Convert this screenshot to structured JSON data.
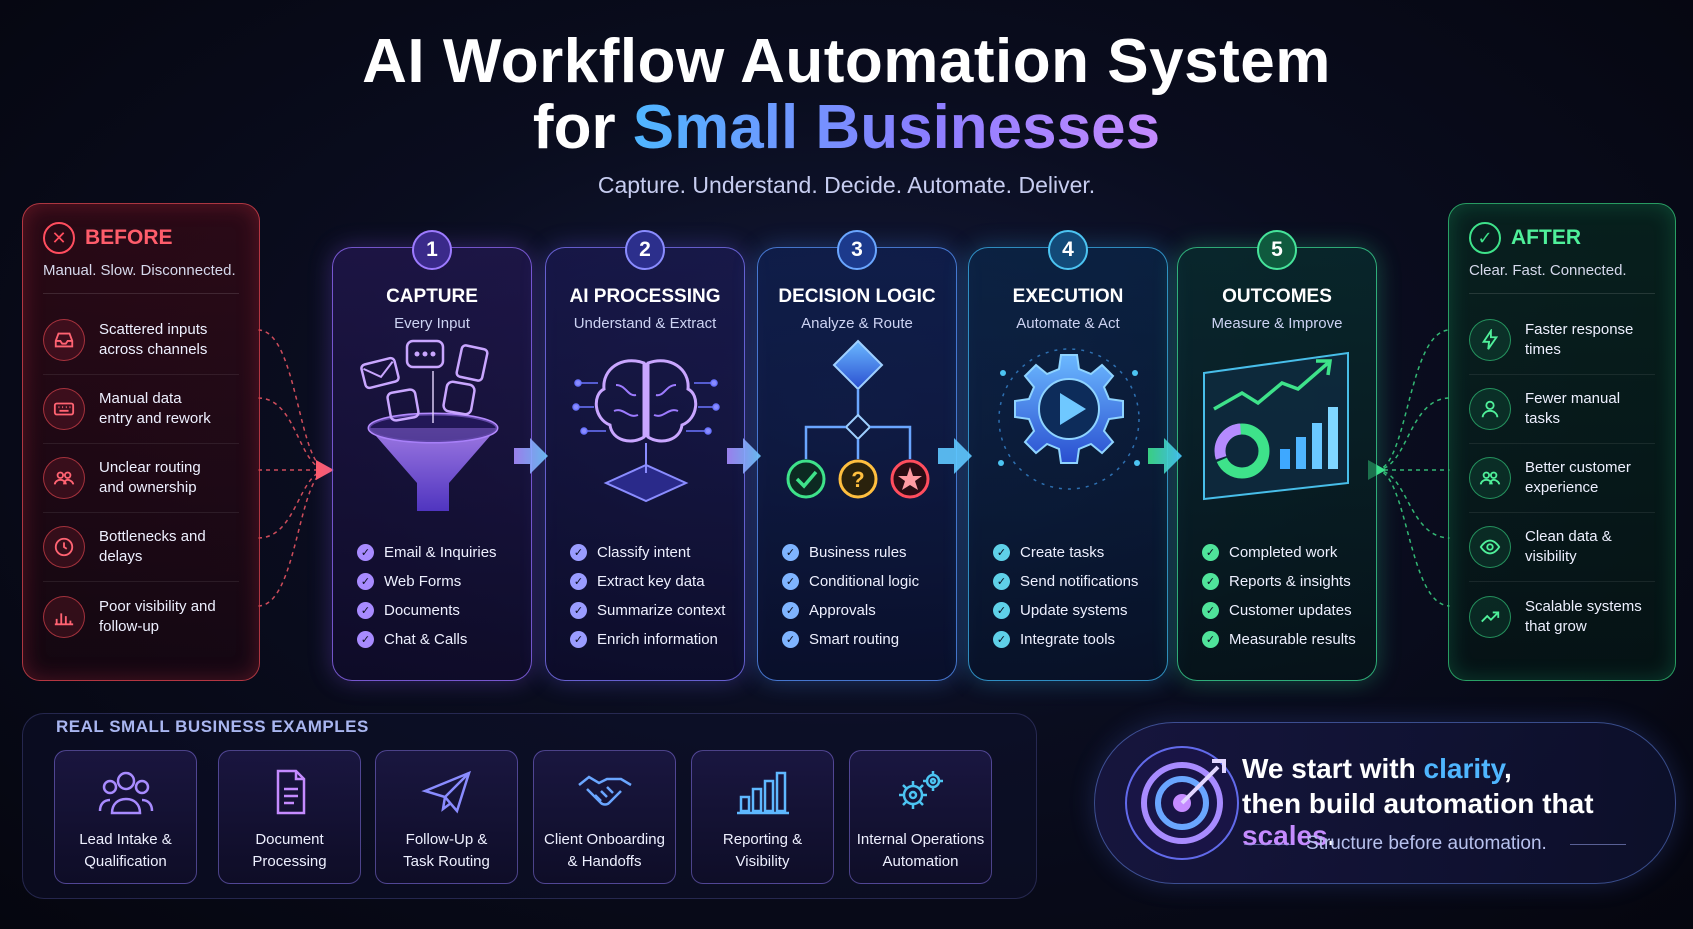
{
  "title": {
    "line1": "AI Workflow Automation System",
    "line2_prefix": "for ",
    "line2_highlight": "Small Businesses"
  },
  "subtitle": "Capture. Understand. Decide. Automate. Deliver.",
  "before": {
    "title": "BEFORE",
    "subtitle": "Manual. Slow. Disconnected.",
    "icon": "x-circle-icon",
    "items": [
      {
        "label": "Scattered inputs across channels",
        "icon": "inbox-icon"
      },
      {
        "label": "Manual data entry and rework",
        "icon": "keyboard-icon"
      },
      {
        "label": "Unclear routing and ownership",
        "icon": "people-icon"
      },
      {
        "label": "Bottlenecks and delays",
        "icon": "clock-icon"
      },
      {
        "label": "Poor visibility and follow-up",
        "icon": "bar-chart-icon"
      }
    ]
  },
  "after": {
    "title": "AFTER",
    "subtitle": "Clear. Fast. Connected.",
    "icon": "check-circle-icon",
    "items": [
      {
        "label": "Faster response times",
        "icon": "lightning-icon"
      },
      {
        "label": "Fewer manual tasks",
        "icon": "person-icon"
      },
      {
        "label": "Better customer experience",
        "icon": "people-icon"
      },
      {
        "label": "Clean data & visibility",
        "icon": "eye-icon"
      },
      {
        "label": "Scalable systems that grow",
        "icon": "trend-up-icon"
      }
    ]
  },
  "steps": [
    {
      "num": "1",
      "title": "CAPTURE",
      "subtitle": "Every Input",
      "bullets": [
        "Email & Inquiries",
        "Web Forms",
        "Documents",
        "Chat & Calls"
      ]
    },
    {
      "num": "2",
      "title": "AI PROCESSING",
      "subtitle": "Understand & Extract",
      "bullets": [
        "Classify intent",
        "Extract key data",
        "Summarize context",
        "Enrich information"
      ]
    },
    {
      "num": "3",
      "title": "DECISION LOGIC",
      "subtitle": "Analyze & Route",
      "bullets": [
        "Business rules",
        "Conditional logic",
        "Approvals",
        "Smart routing"
      ]
    },
    {
      "num": "4",
      "title": "EXECUTION",
      "subtitle": "Automate & Act",
      "bullets": [
        "Create tasks",
        "Send notifications",
        "Update systems",
        "Integrate tools"
      ]
    },
    {
      "num": "5",
      "title": "OUTCOMES",
      "subtitle": "Measure & Improve",
      "bullets": [
        "Completed work",
        "Reports & insights",
        "Customer updates",
        "Measurable results"
      ]
    }
  ],
  "examples": {
    "heading": "REAL SMALL BUSINESS EXAMPLES",
    "items": [
      {
        "line1": "Lead Intake &",
        "line2": "Qualification",
        "icon": "users-icon"
      },
      {
        "line1": "Document",
        "line2": "Processing",
        "icon": "document-icon"
      },
      {
        "line1": "Follow-Up &",
        "line2": "Task Routing",
        "icon": "paper-plane-icon"
      },
      {
        "line1": "Client Onboarding",
        "line2": "& Handoffs",
        "icon": "handshake-icon"
      },
      {
        "line1": "Reporting &",
        "line2": "Visibility",
        "icon": "bar-chart-icon"
      },
      {
        "line1": "Internal Operations",
        "line2": "Automation",
        "icon": "gears-icon"
      }
    ]
  },
  "quote": {
    "line1_prefix": "We start with ",
    "line1_highlight": "clarity",
    "line1_suffix": ",",
    "line2_prefix": "then build automation that ",
    "line2_highlight": "scales",
    "line2_suffix": ".",
    "tagline": "Structure before automation.",
    "icon": "target-icon"
  },
  "colors": {
    "before_accent": "#ff4d5e",
    "after_accent": "#3ee28a",
    "step1": "#9d7bff",
    "step2": "#8a8cff",
    "step3": "#6aa6ff",
    "step4": "#4cc4f2",
    "step5": "#46e39a"
  }
}
